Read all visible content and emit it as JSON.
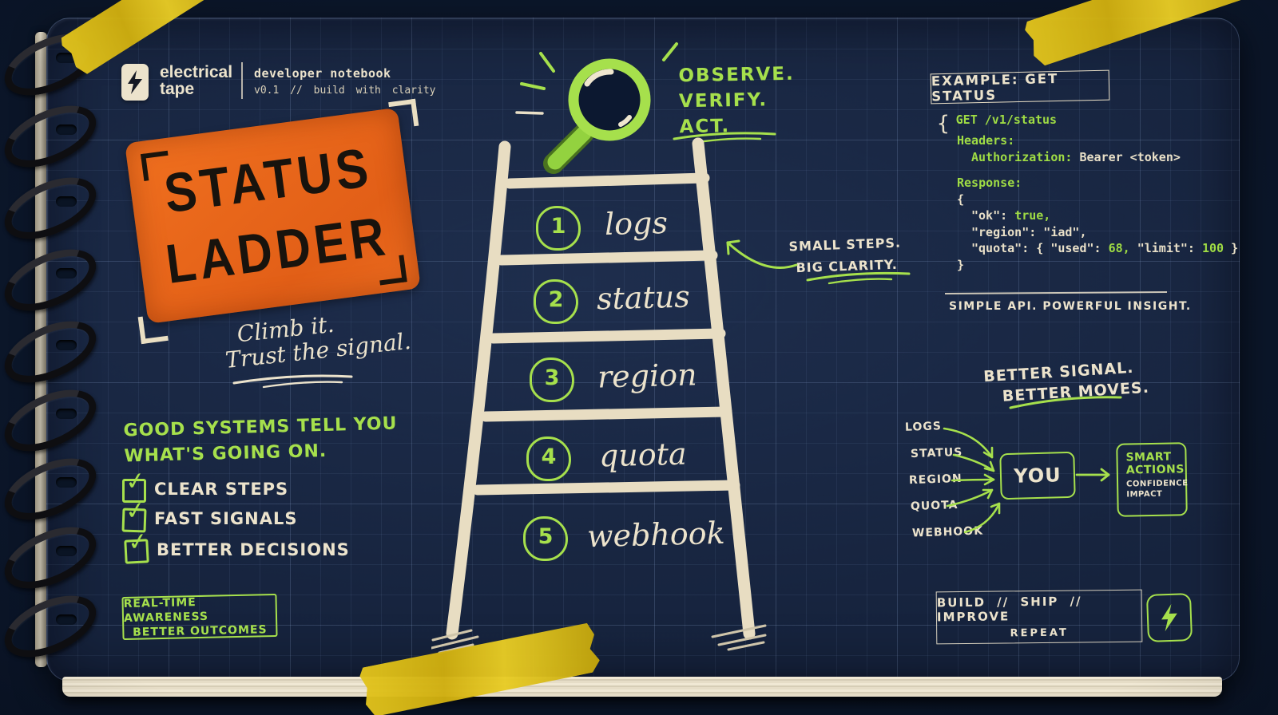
{
  "brand": {
    "name_line1": "electrical",
    "name_line2": "tape",
    "subtitle": "developer notebook",
    "version": "v0.1 // build with clarity"
  },
  "stamp": {
    "line1": "STATUS",
    "line2": "LADDER"
  },
  "tagline": {
    "line1": "Climb it.",
    "line2": "Trust the signal."
  },
  "principle": {
    "line1": "GOOD SYSTEMS TELL YOU",
    "line2": "WHAT'S GOING ON."
  },
  "checklist": {
    "items": [
      {
        "label": "CLEAR STEPS"
      },
      {
        "label": "FAST SIGNALS"
      },
      {
        "label": "BETTER DECISIONS"
      }
    ]
  },
  "awareness_box": {
    "line1": "REAL-TIME AWARENESS",
    "line2": "BETTER OUTCOMES"
  },
  "observe": {
    "line1": "OBSERVE.",
    "line2": "VERIFY.",
    "line3": "ACT."
  },
  "ladder": {
    "steps": [
      {
        "num": "1",
        "label": "logs"
      },
      {
        "num": "2",
        "label": "status"
      },
      {
        "num": "3",
        "label": "region"
      },
      {
        "num": "4",
        "label": "quota"
      },
      {
        "num": "5",
        "label": "webhook"
      }
    ]
  },
  "side_note": {
    "line1": "SMALL STEPS.",
    "line2": "BIG CLARITY."
  },
  "example": {
    "title": "EXAMPLE: GET STATUS",
    "code": {
      "open_brace": "{",
      "request": "GET /v1/status",
      "headers_label": "Headers:",
      "auth_key": "Authorization: ",
      "auth_value": "Bearer <token>",
      "response_label": "Response:",
      "brace_open": "{",
      "ok_key": "\"ok\": ",
      "ok_value": "true,",
      "region_line": "\"region\": \"iad\",",
      "quota_key": "\"quota\": { \"used\": ",
      "quota_used": "68, ",
      "limit_key": "\"limit\": ",
      "limit_value": "100",
      "quota_close": " }",
      "brace_close": "}"
    },
    "caption": "SIMPLE API. POWERFUL INSIGHT."
  },
  "signal_note": {
    "line1": "BETTER SIGNAL.",
    "line2": "BETTER MOVES."
  },
  "flow": {
    "inputs": [
      {
        "label": "LOGS"
      },
      {
        "label": "STATUS"
      },
      {
        "label": "REGION"
      },
      {
        "label": "QUOTA"
      },
      {
        "label": "WEBHOOK"
      }
    ],
    "center": "YOU",
    "result_line1": "SMART",
    "result_line2": "ACTIONS",
    "result_sub1": "CONFIDENCE",
    "result_sub2": "IMPACT"
  },
  "footer": {
    "line1": "BUILD // SHIP // IMPROVE",
    "line2": "REPEAT"
  },
  "colors": {
    "page_navy": "#16233d",
    "ink_cream": "#ece3cc",
    "accent_green": "#a6e04c",
    "stamp_orange": "#e8671d",
    "tape_yellow": "#d7ba18"
  }
}
